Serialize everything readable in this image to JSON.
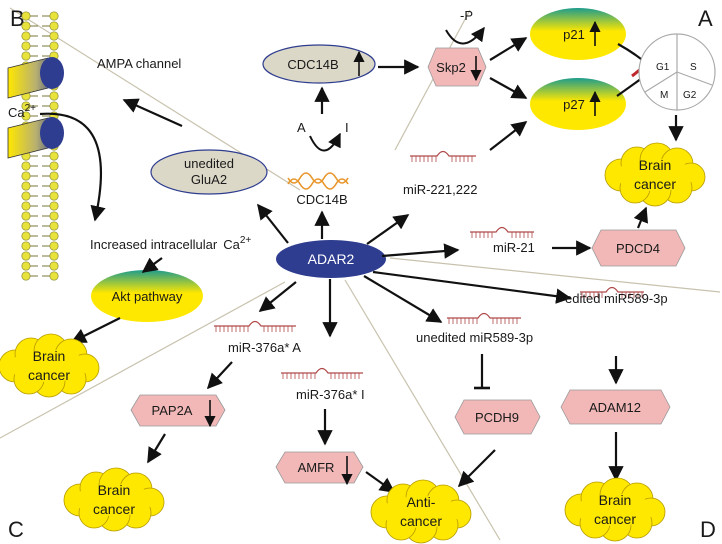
{
  "corners": {
    "a": "A",
    "b": "B",
    "c": "C",
    "d": "D"
  },
  "nodes": {
    "adar2": "ADAR2",
    "cdc14b_protein": "CDC14B",
    "cdc14b_gene": "CDC14B",
    "edit_a": "A",
    "edit_i": "I",
    "skp2": "Skp2",
    "phospho": "-P",
    "p21": "p21",
    "p27": "p27",
    "mir221_222": "miR-221,222",
    "mir21": "miR-21",
    "pdcd4": "PDCD4",
    "ampa_channel": "AMPA channel",
    "calcium": "Ca",
    "calcium_charge": "2+",
    "unedited_glua2_line1": "unedited",
    "unedited_glua2_line2": "GluA2",
    "increased_calcium": "Increased intracellular",
    "increased_calcium_ion": "Ca",
    "increased_calcium_charge": "2+",
    "akt": "Akt pathway",
    "mir376a_a": "miR-376a* A",
    "mir376a_i": "miR-376a* I",
    "pap2a": "PAP2A",
    "amfr": "AMFR",
    "unedited_mir589": "unedited miR589-3p",
    "edited_mir589": "edited miR589-3p",
    "pcdh9": "PCDH9",
    "adam12": "ADAM12"
  },
  "cell_cycle": {
    "g1": "G1",
    "s": "S",
    "m": "M",
    "g2": "G2"
  },
  "outcomes": {
    "brain_cancer_line1": "Brain",
    "brain_cancer_line2": "cancer",
    "anti_cancer_line1": "Anti-",
    "anti_cancer_line2": "cancer"
  },
  "colors": {
    "adar2": "#2e3d8f",
    "pink_box": "#f2b8b8",
    "oval": "#dcd8c8",
    "yellow": "#ffe800",
    "teal": "#1e9c8c",
    "inhibit_red": "#c0282d",
    "divider": "#c8c2ae"
  }
}
